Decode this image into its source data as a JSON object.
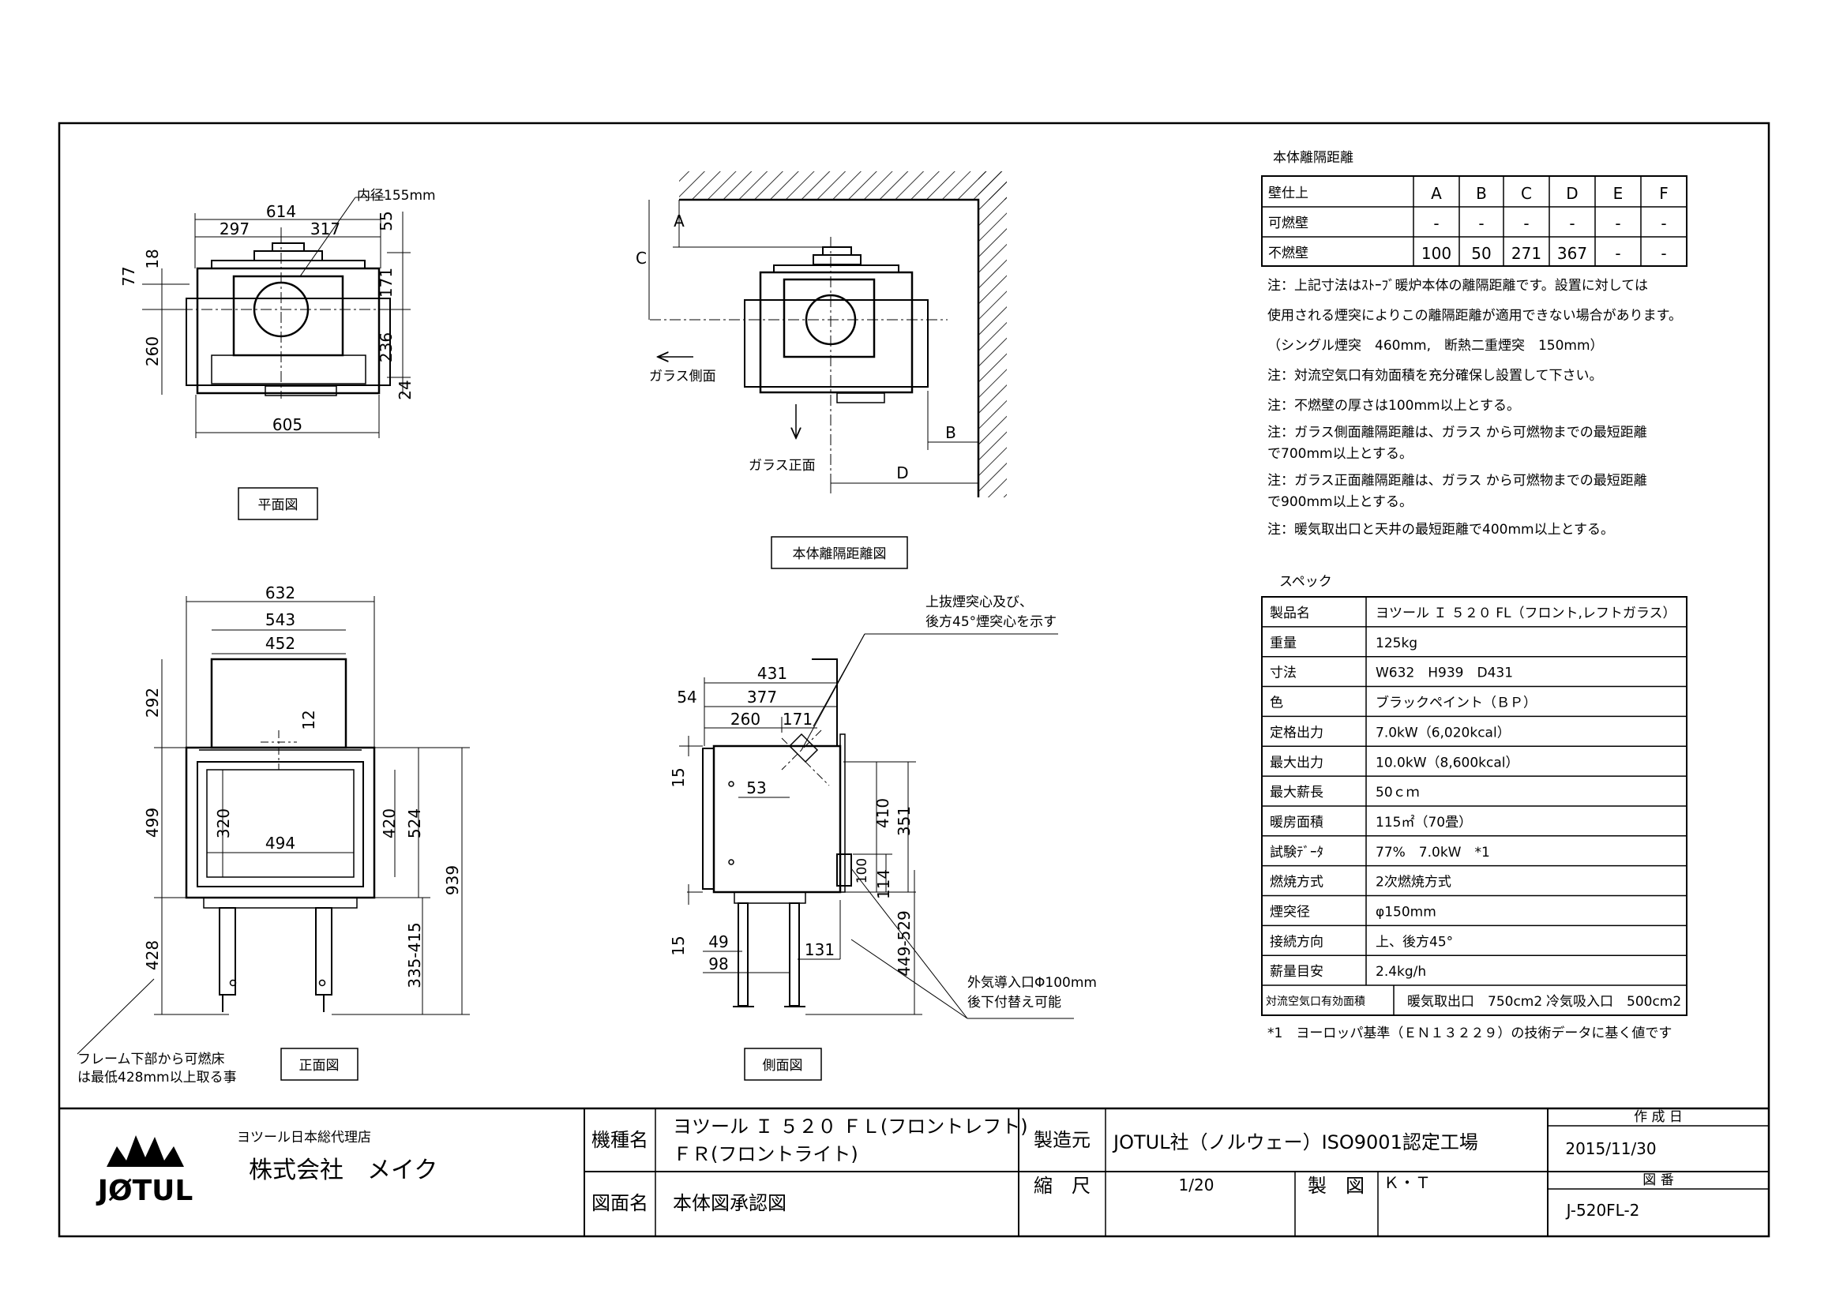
{
  "views": {
    "plan": {
      "label": "平面図",
      "dims": {
        "w614": "614",
        "w297": "297",
        "w317": "317",
        "d55": "55",
        "d77": "77",
        "d18": "18",
        "d171": "171",
        "d260": "260",
        "d236": "236",
        "d24": "24",
        "w605": "605",
        "flue": "内径155mm"
      }
    },
    "clearance": {
      "label": "本体離隔距離図",
      "letters": {
        "a": "A",
        "b": "B",
        "c": "C",
        "d": "D"
      },
      "glass_side": "ガラス側面",
      "glass_front": "ガラス正面"
    },
    "front": {
      "label": "正面図",
      "dims": {
        "w632": "632",
        "w543": "543",
        "w452": "452",
        "h292": "292",
        "h12": "12",
        "h499": "499",
        "h320": "320",
        "w494": "494",
        "h420": "420",
        "h524": "524",
        "h939": "939",
        "h428": "428",
        "h335": "335-415"
      },
      "note_line1": "フレーム下部から可燃床",
      "note_line2": "は最低428mm以上取る事"
    },
    "side": {
      "label": "側面図",
      "dims": {
        "w431": "431",
        "w54": "54",
        "w377": "377",
        "w260": "260",
        "w171": "171",
        "h15a": "15",
        "w53": "53",
        "h410": "410",
        "h351": "351",
        "h100": "100",
        "h114": "114",
        "h15b": "15",
        "w49": "49",
        "w98": "98",
        "w131": "131",
        "h449": "449-529"
      },
      "flue_note_line1": "上抜煙突心及び、",
      "flue_note_line2": "後方45°煙突心を示す",
      "air_note_line1": "外気導入口Φ100mm",
      "air_note_line2": "後下付替え可能"
    }
  },
  "clearance_table": {
    "title": "本体離隔距離",
    "headers": [
      "壁仕上",
      "A",
      "B",
      "C",
      "D",
      "E",
      "F"
    ],
    "rows": [
      [
        "可燃壁",
        "-",
        "-",
        "-",
        "-",
        "-",
        "-"
      ],
      [
        "不燃壁",
        "100",
        "50",
        "271",
        "367",
        "-",
        "-"
      ]
    ]
  },
  "notes": [
    "注：上記寸法はｽﾄｰﾌﾞ暖炉本体の離隔距離です。設置に対しては",
    "使用される煙突によりこの離隔距離が適用できない場合があります。",
    "（シングル煙突　460mm,　断熱二重煙突　150mm）",
    "注：対流空気口有効面積を充分確保し設置して下さい。",
    "注：不燃壁の厚さは100mm以上とする。",
    "注：ガラス側面離隔距離は、ガラス から可燃物までの最短距離",
    "で700mm以上とする。",
    "注：ガラス正面離隔距離は、ガラス から可燃物までの最短距離",
    "で900mm以上とする。",
    "注：暖気取出口と天井の最短距離で400mm以上とする。"
  ],
  "spec": {
    "title": "スペック",
    "rows": [
      [
        "製品名",
        "ヨツール Ｉ ５２０ FL（フロント,レフトガラス）"
      ],
      [
        "重量",
        "125kg"
      ],
      [
        "寸法",
        "W632　H939　D431"
      ],
      [
        "色",
        "ブラックペイント（ＢＰ）"
      ],
      [
        "定格出力",
        "7.0kW（6,020kcal）"
      ],
      [
        "最大出力",
        "10.0kW（8,600kcal）"
      ],
      [
        "最大薪長",
        "50ｃｍ"
      ],
      [
        "暖房面積",
        "115㎡（70畳）"
      ],
      [
        "試験ﾃﾞｰﾀ",
        "77%　7.0kW　*1"
      ],
      [
        "燃焼方式",
        "2次燃焼方式"
      ],
      [
        "煙突径",
        "φ150mm"
      ],
      [
        "接続方向",
        "上、後方45°"
      ],
      [
        "薪量目安",
        "2.4kg/h"
      ]
    ],
    "last_row": {
      "label": "対流空気口有効面積",
      "v1": "暖気取出口　750cm2",
      "v2": "冷気吸入口　500cm2"
    },
    "footnote": "*1　ヨーロッパ基準（ＥＮ１３２２９）の技術データに基く値です"
  },
  "title_block": {
    "logo": "JØTUL",
    "agency": "ヨツール日本総代理店",
    "company": "株式会社　メイク",
    "model_label": "機種名",
    "model_line1": "ヨツール Ｉ ５２０ ＦＬ(フロントレフト)",
    "model_line2": "ＦＲ(フロントライト)",
    "manufacturer_label": "製造元",
    "manufacturer": "JOTUL社（ノルウェー）ISO9001認定工場",
    "date_label": "作 成 日",
    "date": "2015/11/30",
    "drawing_label": "図面名",
    "drawing": "本体図承認図",
    "scale_label": "縮　尺",
    "scale": "1/20",
    "drafter_label": "製　図",
    "drafter": "Ｋ・Ｔ",
    "number_label": "図 番",
    "number": "J-520FL-2"
  }
}
